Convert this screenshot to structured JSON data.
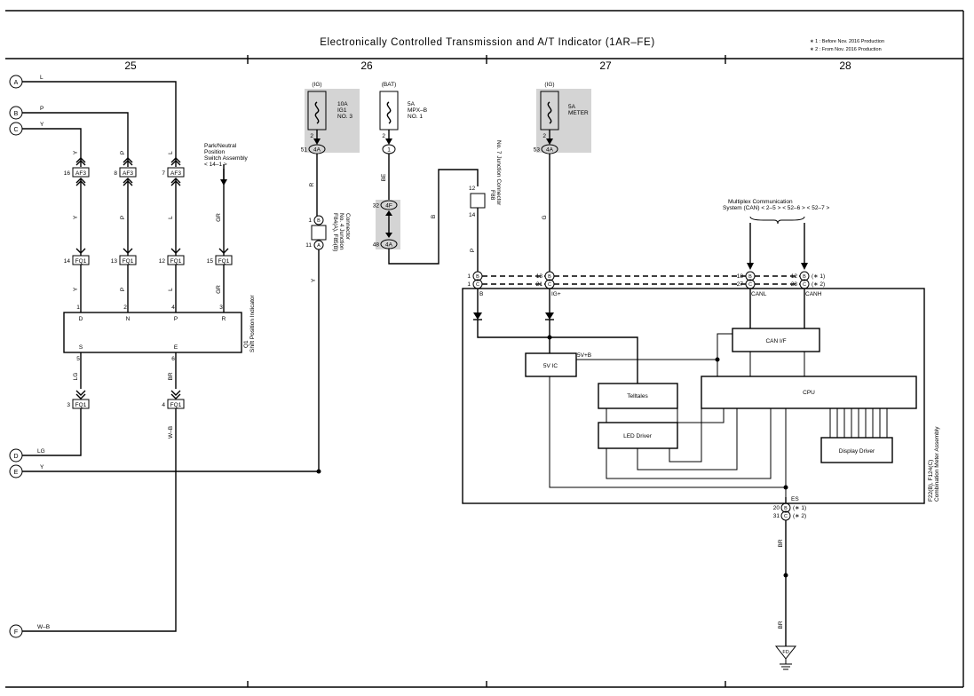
{
  "title": "Electronically Controlled Transmission and A/T Indicator (1AR–FE)",
  "notes": [
    "∗ 1 : Before Nov.  2016 Production",
    "∗ 2 : From Nov.  2016 Production"
  ],
  "sections": [
    "25",
    "26",
    "27",
    "28"
  ],
  "offpage": {
    "A": {
      "letter": "A",
      "wire": "L"
    },
    "B": {
      "letter": "B",
      "wire": "P"
    },
    "C": {
      "letter": "C",
      "wire": "Y"
    },
    "D": {
      "letter": "D",
      "wire": "LG"
    },
    "E": {
      "letter": "E",
      "wire": "Y"
    },
    "F": {
      "letter": "F",
      "wire": "W–B"
    }
  },
  "af3": [
    {
      "pin": "16",
      "id": "AF3",
      "wire_above": "Y",
      "wire_below": "Y"
    },
    {
      "pin": "8",
      "id": "AF3",
      "wire_above": "P",
      "wire_below": "P"
    },
    {
      "pin": "7",
      "id": "AF3",
      "wire_above": "L",
      "wire_below": "L"
    }
  ],
  "fq1": [
    {
      "pin": "14",
      "id": "FQ1",
      "wire_below": "Y"
    },
    {
      "pin": "13",
      "id": "FQ1",
      "wire_below": "P"
    },
    {
      "pin": "12",
      "id": "FQ1",
      "wire_below": "L"
    },
    {
      "pin": "15",
      "id": "FQ1",
      "wire_below": "GR"
    }
  ],
  "fq1_lower": [
    {
      "pin": "3",
      "id": "FQ1",
      "wire_above": "LG"
    },
    {
      "pin": "4",
      "id": "FQ1",
      "wire_above": "BR",
      "wire_below": "W–B"
    }
  ],
  "park_neutral": {
    "line1": "Park/Neutral",
    "line2": "Position",
    "line3": "Switch Assembly",
    "line4": "< 14–1 >",
    "wire": "GR"
  },
  "shift_sensor": {
    "id": "Q1",
    "name": "Shift Position Indicator",
    "top_pins": [
      "1",
      "2",
      "4",
      "3"
    ],
    "top_terms": [
      "D",
      "N",
      "P",
      "R"
    ],
    "bottom_terms": [
      "S",
      "E"
    ],
    "bottom_pins": [
      "5",
      "6"
    ]
  },
  "fuses": {
    "ig1": {
      "source": "(IG)",
      "rating": "10A",
      "name1": "IG1",
      "name2": "NO. 3",
      "pin": "2",
      "conn_pin": "51",
      "conn": "4A"
    },
    "mpx": {
      "source": "(BAT)",
      "rating": "5A",
      "name1": "MPX–B",
      "name2": "NO. 1",
      "pin": "2",
      "conn": "1"
    },
    "meter": {
      "source": "(IG)",
      "rating": "5A",
      "name1": "METER",
      "pin": "2",
      "conn_pin": "53",
      "conn": "4A"
    }
  },
  "junction_4": {
    "pin_top": "1",
    "pin_top_conn": "B",
    "pin_bot": "11",
    "pin_bot_conn": "A",
    "label1": "F84(A), F85(B)",
    "label2": "No. 4 Junction",
    "label3": "Connector",
    "wire_above": "R",
    "wire_below": "Y"
  },
  "jc_4f": {
    "pin": "32",
    "conn": "4F",
    "wire": "BE"
  },
  "jc_4a": {
    "pin": "48",
    "conn": "4A",
    "wire": "B"
  },
  "junction_7": {
    "pin_top": "12",
    "pin_bot": "14",
    "label1": "F88",
    "label2": "No. 7 Junction Connector",
    "wire": "P"
  },
  "multiplex": {
    "line1": "Multiplex Communication",
    "line2": "System (CAN) < 2–5 > < 52–6 > < 52–7 >"
  },
  "meter_pins": [
    {
      "p1": "1",
      "c1": "B",
      "p2": "1",
      "c2": "C",
      "label": "B"
    },
    {
      "p1": "13",
      "c1": "B",
      "p2": "21",
      "c2": "C",
      "label": "IG+"
    },
    {
      "p1": "18",
      "c1": "B",
      "p2": "27",
      "c2": "C",
      "label": "CANL"
    },
    {
      "p1": "12",
      "c1": "B",
      "p2": "28",
      "c2": "C",
      "label": "CANH"
    }
  ],
  "star1": "(∗ 1)",
  "star2": "(∗ 2)",
  "meter_wire_g": "G",
  "meter_blocks": {
    "can": "CAN I/F",
    "cpu": "CPU",
    "ic5v": "5V IC",
    "v5b": "5V+B",
    "telltales": "Telltales",
    "led": "LED Driver",
    "display": "Display Driver"
  },
  "meter_asm": {
    "line1": "F22(B), F124(C)",
    "line2": "Combination Meter Assembly"
  },
  "es": {
    "label": "ES",
    "p1": "20",
    "c1": "B",
    "p2": "31",
    "c2": "C",
    "wire1": "BR",
    "wire2": "BR"
  },
  "ground": "FD"
}
